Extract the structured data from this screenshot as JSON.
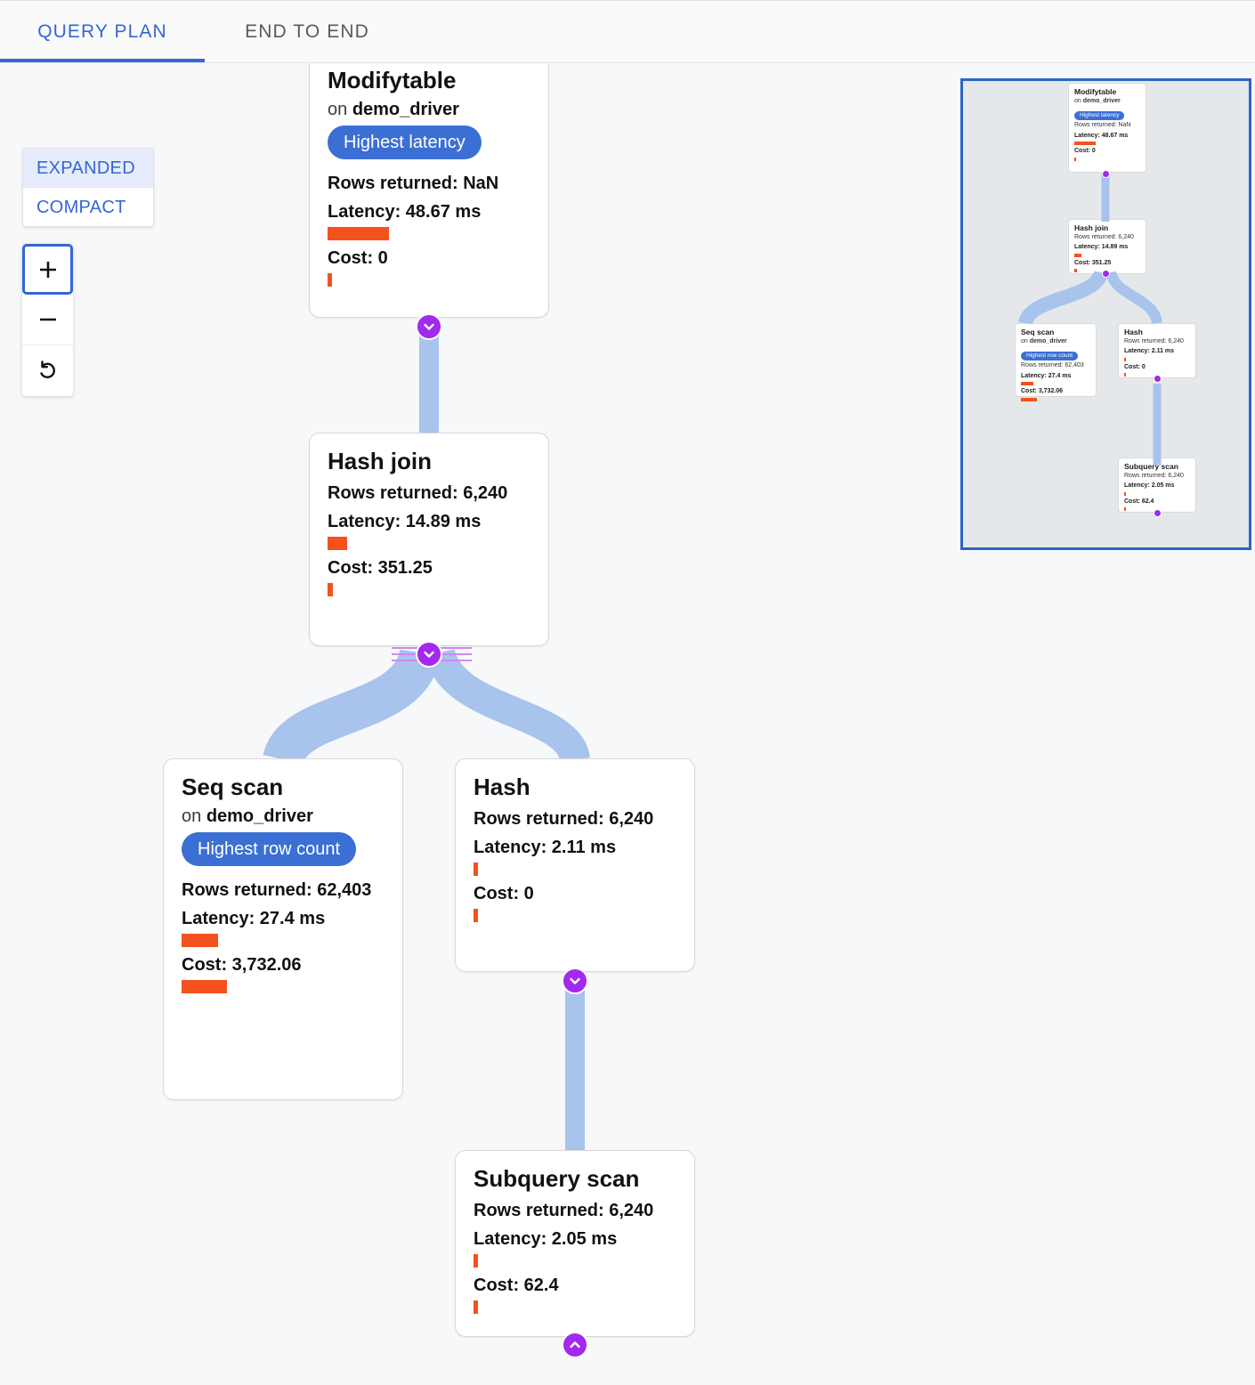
{
  "tabs": [
    {
      "label": "QUERY PLAN",
      "active": true
    },
    {
      "label": "END TO END",
      "active": false
    }
  ],
  "view_modes": [
    {
      "label": "EXPANDED",
      "active": true
    },
    {
      "label": "COMPACT",
      "active": false
    }
  ],
  "zoom_controls": [
    {
      "name": "zoom-in",
      "glyph": "+"
    },
    {
      "name": "zoom-out",
      "glyph": "−"
    },
    {
      "name": "reset-view",
      "glyph": "↺"
    }
  ],
  "colors": {
    "accent_blue": "#3367d6",
    "badge_blue": "#3b6fd4",
    "bar_orange": "#f4511e",
    "edge_blue": "#a8c3ec",
    "toggle_purple": "#a229ee",
    "minimap_bg": "#e5e8eb",
    "minimap_border": "#2b64c3",
    "canvas_bg": "#f7f8fa"
  },
  "labels": {
    "rows_returned": "Rows returned:",
    "latency": "Latency:",
    "cost": "Cost:",
    "on": "on"
  },
  "nodes": [
    {
      "id": "modifytable",
      "title": "Modifytable",
      "relation": "demo_driver",
      "badge": "Highest latency",
      "rows_returned": "Rows returned: NaN",
      "latency": "Latency: 48.67 ms",
      "cost": "Cost: 0",
      "latency_bar_width": 69,
      "cost_bar_width": 5
    },
    {
      "id": "hash-join",
      "title": "Hash join",
      "relation": null,
      "badge": null,
      "rows_returned": "Rows returned: 6,240",
      "latency": "Latency: 14.89 ms",
      "cost": "Cost: 351.25",
      "latency_bar_width": 22,
      "cost_bar_width": 6
    },
    {
      "id": "seq-scan",
      "title": "Seq scan",
      "relation": "demo_driver",
      "badge": "Highest row count",
      "rows_returned": "Rows returned: 62,403",
      "latency": "Latency: 27.4 ms",
      "cost": "Cost: 3,732.06",
      "latency_bar_width": 41,
      "cost_bar_width": 51
    },
    {
      "id": "hash",
      "title": "Hash",
      "relation": null,
      "badge": null,
      "rows_returned": "Rows returned: 6,240",
      "latency": "Latency: 2.11 ms",
      "cost": "Cost: 0",
      "latency_bar_width": 5,
      "cost_bar_width": 5
    },
    {
      "id": "subquery-scan",
      "title": "Subquery scan",
      "relation": null,
      "badge": null,
      "rows_returned": "Rows returned: 6,240",
      "latency": "Latency: 2.05 ms",
      "cost": "Cost: 62.4",
      "latency_bar_width": 5,
      "cost_bar_width": 5
    }
  ],
  "edges": [
    {
      "from": "modifytable",
      "to": "hash-join",
      "collapse_toggle": "down"
    },
    {
      "from": "hash-join",
      "to": "seq-scan",
      "collapse_toggle": "down"
    },
    {
      "from": "hash-join",
      "to": "hash",
      "collapse_toggle": "down"
    },
    {
      "from": "hash",
      "to": "subquery-scan",
      "collapse_toggle": "down"
    },
    {
      "from": "subquery-scan",
      "to": null,
      "collapse_toggle": "up"
    }
  ],
  "minimap": {
    "name": "plan-minimap",
    "viewport_visible": true
  }
}
